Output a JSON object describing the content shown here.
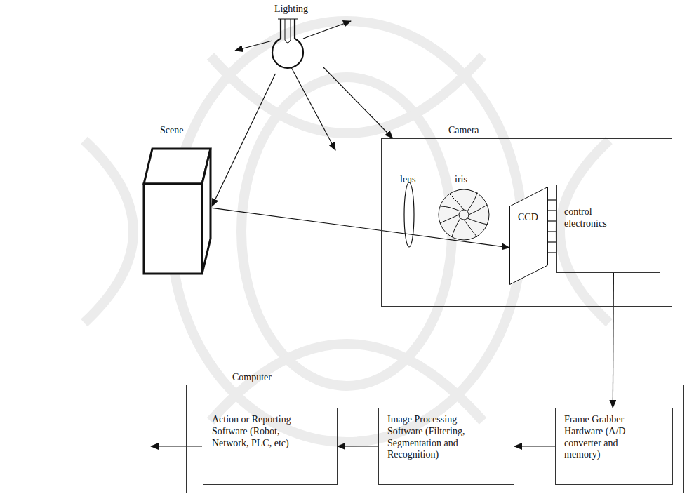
{
  "diagram": {
    "nodes": [
      {
        "text": [
          "Lighting"
        ]
      },
      {
        "text": [
          "Scene"
        ]
      },
      {
        "text": [
          "Camera"
        ]
      },
      {
        "text": [
          "CCD"
        ],
        "in": 2
      },
      {
        "text": [
          "control electronics"
        ],
        "in": 2
      },
      {
        "text": [
          "Computer"
        ]
      },
      {
        "text": [
          "Action or Reporting Software (Robot, Network, PLC, etc)"
        ],
        "in": 5
      },
      {
        "text": [
          "Image Processing Software (Filtering, Segmentation and Recognition)"
        ],
        "in": 5
      },
      {
        "text": [
          "Frame Grabber Hardware (A/D converter and memory)"
        ],
        "in": 5
      }
    ],
    "edges": [
      {
        "from": 0,
        "to": 1,
        "arrow": "to"
      },
      {
        "from": 0,
        "to": 2,
        "arrow": "to"
      },
      {
        "from": 1,
        "to": 3,
        "arrow": "to"
      },
      {
        "from": 4,
        "to": 8,
        "arrow": "to"
      },
      {
        "from": 8,
        "to": 7,
        "arrow": "to"
      },
      {
        "from": 7,
        "to": 6,
        "arrow": "to"
      }
    ],
    "labels": [
      "lens",
      "iris"
    ]
  }
}
